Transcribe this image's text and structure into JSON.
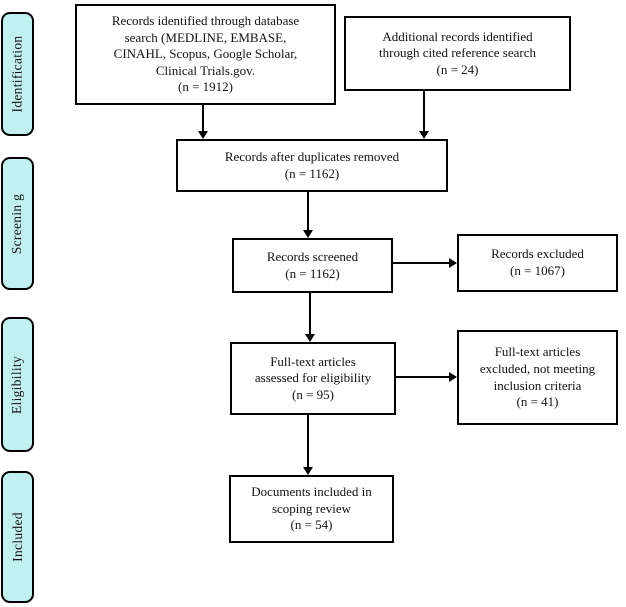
{
  "sidebar": {
    "stages": [
      {
        "id": "identification",
        "label": "Identification"
      },
      {
        "id": "screening",
        "label": "Screenin g"
      },
      {
        "id": "eligibility",
        "label": "Eligibility"
      },
      {
        "id": "included",
        "label": "Included"
      }
    ]
  },
  "boxes": {
    "identified": {
      "lines": [
        "Records identified through database",
        "search (MEDLINE, EMBASE,",
        "CINAHL, Scopus, Google Scholar,",
        "Clinical Trials.gov.",
        "(n = 1912)"
      ],
      "n": 1912
    },
    "additional": {
      "lines": [
        "Additional records identified",
        "through cited reference search",
        "(n = 24)"
      ],
      "n": 24
    },
    "duplicates_removed": {
      "lines": [
        "Records after duplicates removed",
        "(n = 1162)"
      ],
      "n": 1162
    },
    "screened": {
      "lines": [
        "Records screened",
        "(n = 1162)"
      ],
      "n": 1162
    },
    "records_excluded": {
      "lines": [
        "Records excluded",
        "(n = 1067)"
      ],
      "n": 1067
    },
    "fulltext_assessed": {
      "lines": [
        "Full-text articles",
        "assessed for eligibility",
        "(n = 95)"
      ],
      "n": 95
    },
    "fulltext_excluded": {
      "lines": [
        "Full-text articles",
        "excluded, not meeting",
        "inclusion criteria",
        "(n = 41)"
      ],
      "n": 41
    },
    "included_documents": {
      "lines": [
        "Documents included in",
        "scoping review",
        "(n = 54)"
      ],
      "n": 54
    }
  },
  "colors": {
    "stage_fill": "#c2f0f1",
    "line": "#000000",
    "box_background": "#ffffff"
  }
}
